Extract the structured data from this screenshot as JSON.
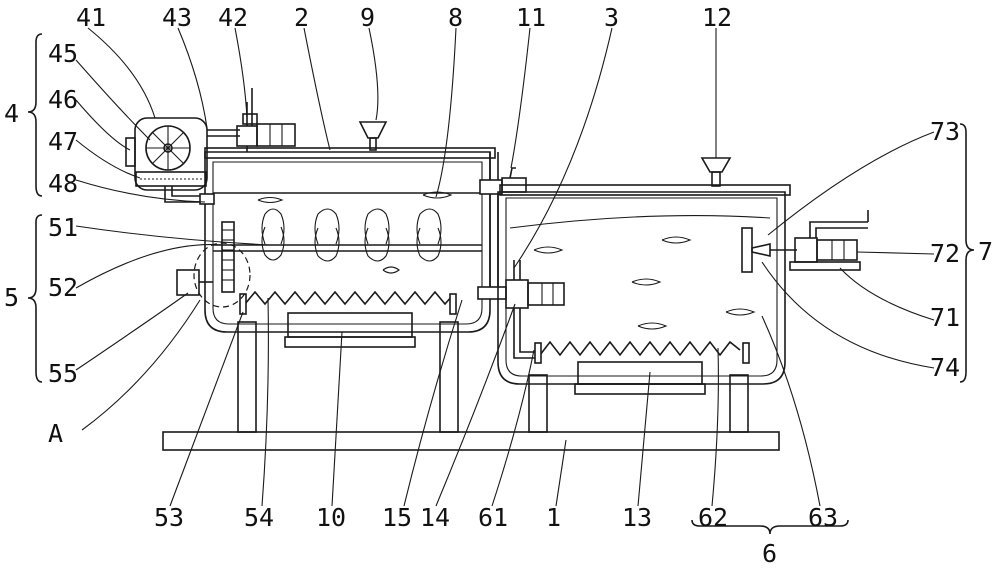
{
  "labels": {
    "n41": "41",
    "n43": "43",
    "n42": "42",
    "n2": "2",
    "n9": "9",
    "n8": "8",
    "n11": "11",
    "n3": "3",
    "n12": "12",
    "n45": "45",
    "n4": "4",
    "n46": "46",
    "n47": "47",
    "n48": "48",
    "n73": "73",
    "n7": "7",
    "n72": "72",
    "n71": "71",
    "n74": "74",
    "n51": "51",
    "n52": "52",
    "n5": "5",
    "n55": "55",
    "nA": "A",
    "n53": "53",
    "n54": "54",
    "n10": "10",
    "n15": "15",
    "n14": "14",
    "n61": "61",
    "n1": "1",
    "n13": "13",
    "n62": "62",
    "n63": "63",
    "n6": "6"
  }
}
